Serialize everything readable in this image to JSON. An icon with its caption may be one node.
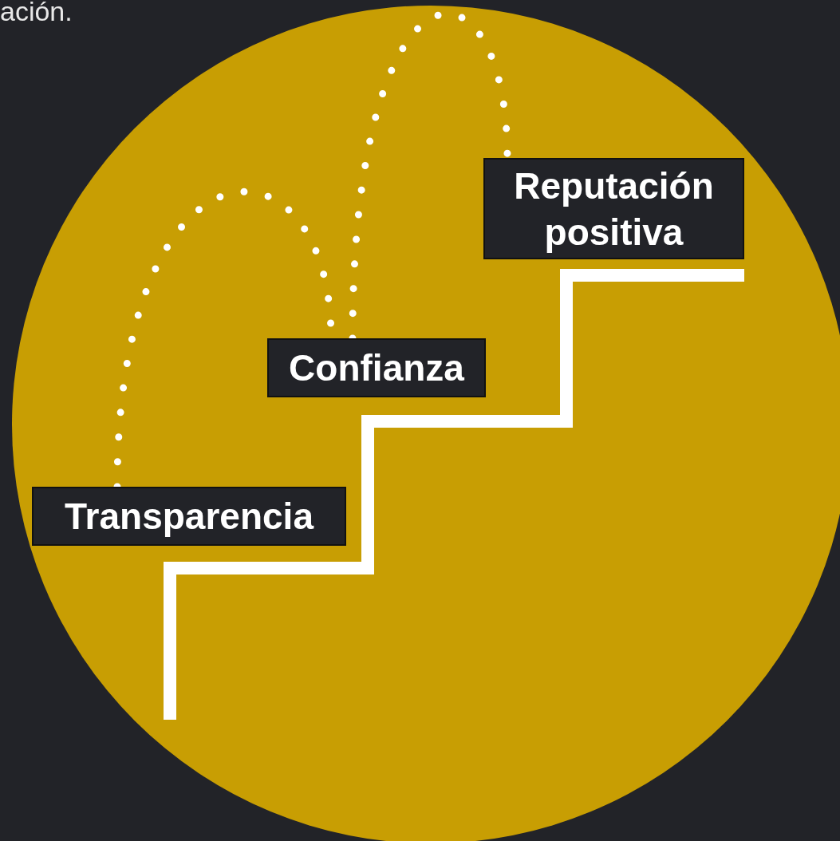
{
  "diagram": {
    "nodes": [
      {
        "text": [
          "Transparencia"
        ]
      },
      {
        "text": [
          "Confianza"
        ]
      },
      {
        "text": [
          "Reputación positiva"
        ]
      }
    ],
    "edges": [
      {
        "from": 0,
        "to": 1,
        "arrow": "none",
        "style": "dashed",
        "color": "#ffffff"
      },
      {
        "from": 1,
        "to": 2,
        "arrow": "none",
        "style": "dashed",
        "color": "#ffffff"
      }
    ],
    "labels": [
      "ación."
    ]
  }
}
